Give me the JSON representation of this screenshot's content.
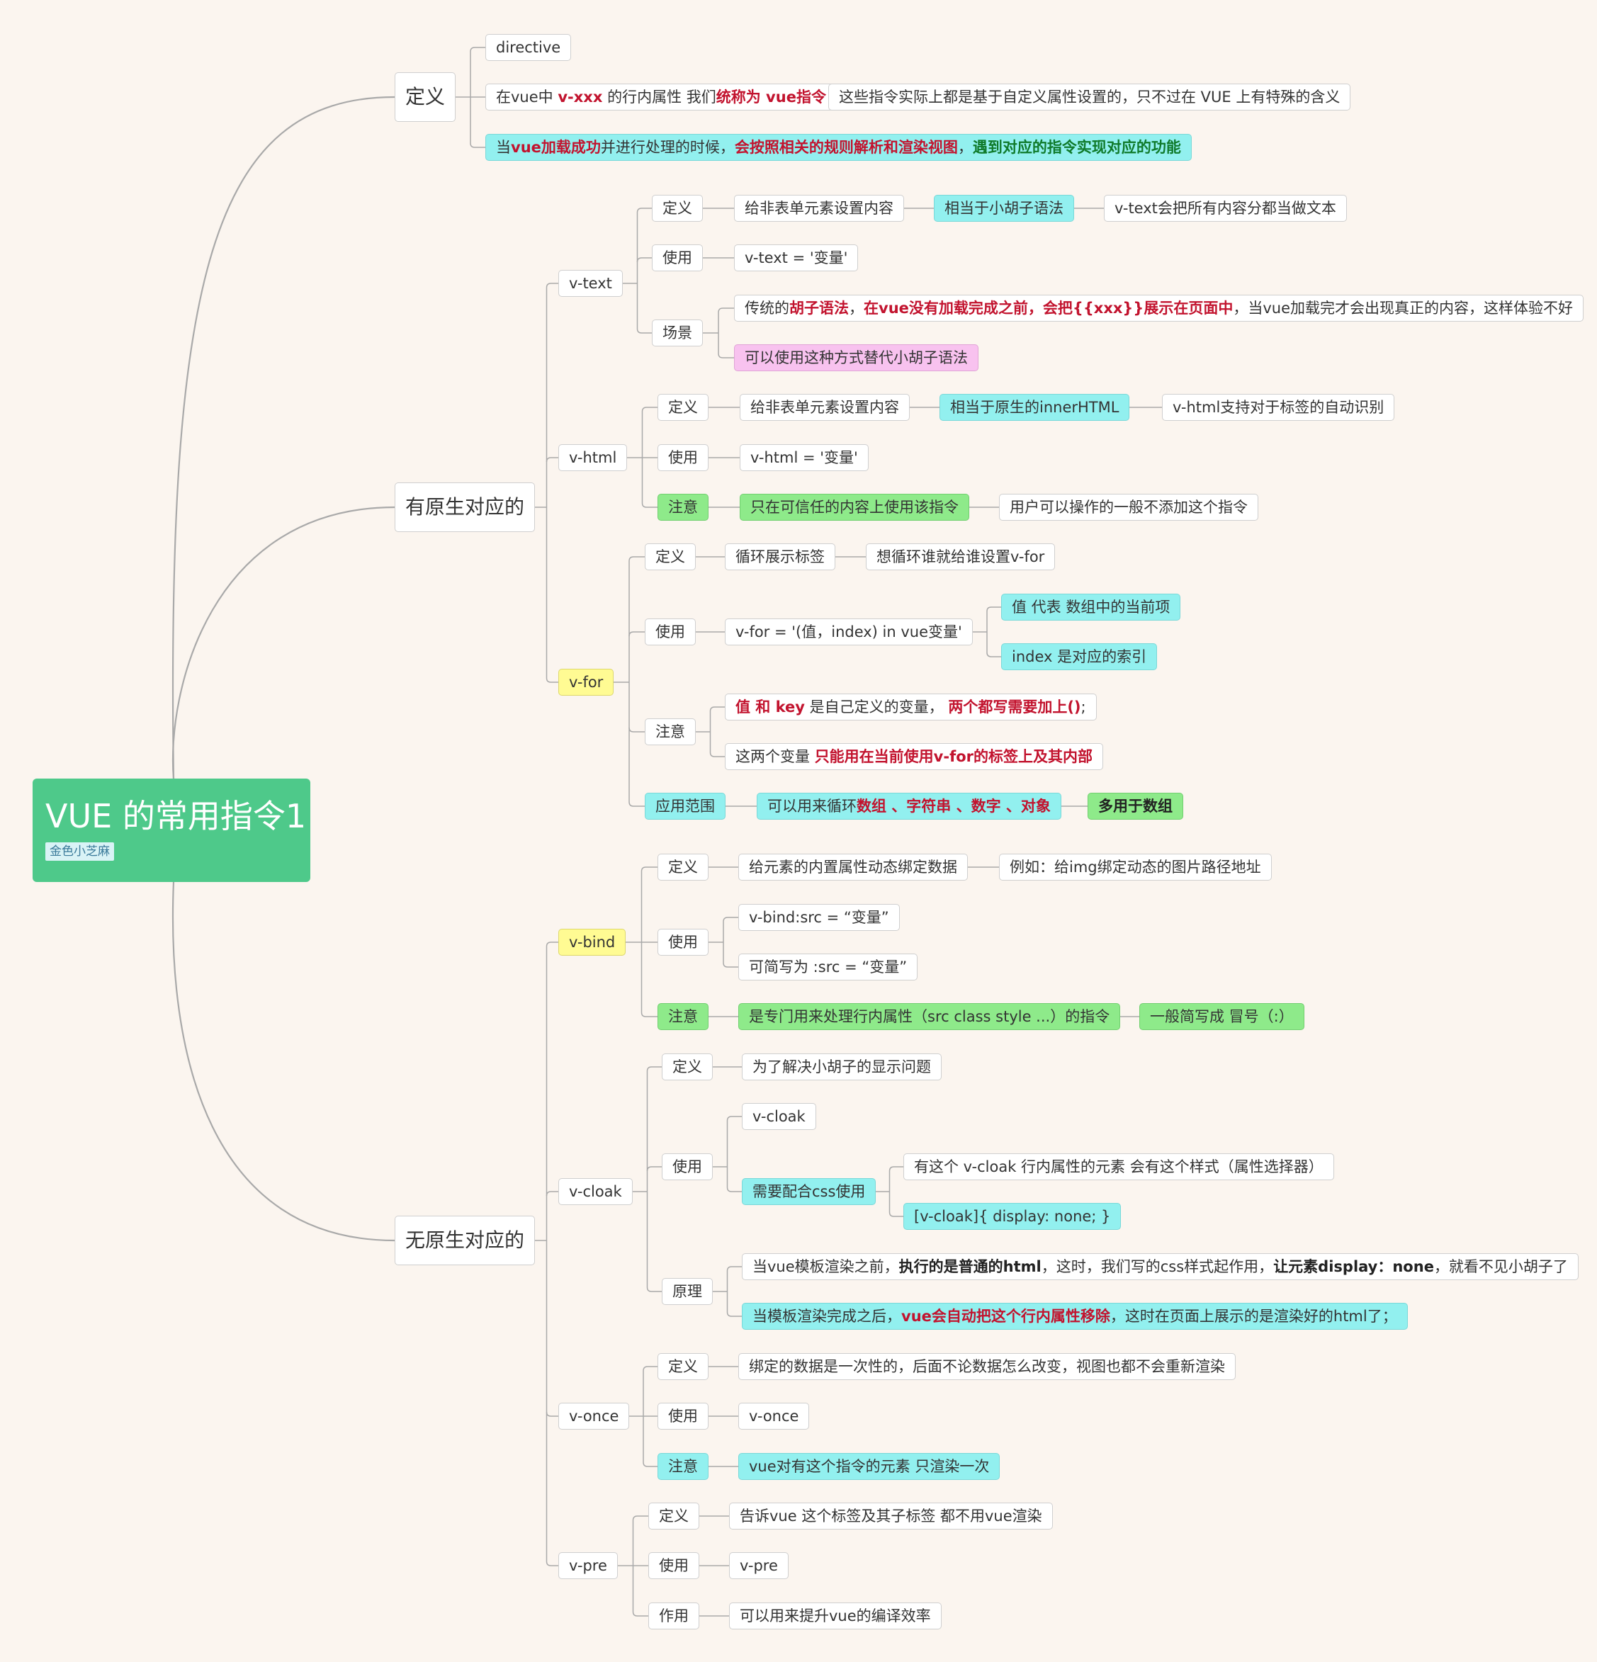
{
  "root": {
    "title": "VUE 的常用指令1",
    "tag": "金色小芝麻"
  },
  "colors": {
    "root": "#4ec98a",
    "cyan": "#92f0ef",
    "green": "#8eea8a",
    "yellow": "#fffb93",
    "pink": "#f8c2ef",
    "red_text": "#c2132e",
    "line": "#a9a9a9"
  },
  "branches": {
    "def": {
      "label": "定义",
      "directive": "directive",
      "n2": {
        "a": "在vue中 ",
        "b": "v-xxx",
        "c": " 的行内属性 我们",
        "d": "统称为 vue指令"
      },
      "n2_child": "这些指令实际上都是基于自定义属性设置的，只不过在 VUE 上有特殊的含义",
      "n3": {
        "a": "当",
        "b": "vue加载成功",
        "c": "并进行处理的时候，",
        "d": "会按照相关的规则解析和渲染视图",
        "e": "，",
        "f": "遇到对应的指令实现对应的功能"
      }
    },
    "native": {
      "label": "有原生对应的",
      "vtext": {
        "label": "v-text",
        "def": "定义",
        "def_a": "给非表单元素设置内容",
        "def_b": "相当于小胡子语法",
        "def_c": "v-text会把所有内容分都当做文本",
        "use": "使用",
        "use_a": "v-text = '变量'",
        "scene": "场景",
        "scene_a": {
          "a": "传统的",
          "b": "胡子语法",
          "c": "，",
          "d": "在vue没有加载完成之前，会把{{xxx}}展示在页面中",
          "e": "，当vue加载完才会出现真正的内容，这样体验不好"
        },
        "scene_b": "可以使用这种方式替代小胡子语法"
      },
      "vhtml": {
        "label": "v-html",
        "def": "定义",
        "def_a": "给非表单元素设置内容",
        "def_b": "相当于原生的innerHTML",
        "def_c": "v-html支持对于标签的自动识别",
        "use": "使用",
        "use_a": "v-html = '变量'",
        "note": "注意",
        "note_a": "只在可信任的内容上使用该指令",
        "note_b": "用户可以操作的一般不添加这个指令"
      },
      "vfor": {
        "label": "v-for",
        "def": "定义",
        "def_a": "循环展示标签",
        "def_b": "想循环谁就给谁设置v-for",
        "use": "使用",
        "use_a": "v-for = '(值，index) in vue变量'",
        "use_b": "值 代表 数组中的当前项",
        "use_c": "index 是对应的索引",
        "note": "注意",
        "note_a": {
          "a": "值 和 key",
          "b": " 是自己定义的变量， ",
          "c": "两个都写需要加上()",
          "d": ";"
        },
        "note_b": {
          "a": "这两个变量 ",
          "b": "只能用在当前使用v-for的标签上及其内部"
        },
        "scope": "应用范围",
        "scope_a": {
          "a": "可以用来循环",
          "b": "数组 、字符串 、数字 、对象"
        },
        "scope_b": "多用于数组"
      }
    },
    "nonnative": {
      "label": "无原生对应的",
      "vbind": {
        "label": "v-bind",
        "def": "定义",
        "def_a": "给元素的内置属性动态绑定数据",
        "def_b": "例如：给img绑定动态的图片路径地址",
        "use": "使用",
        "use_a": "v-bind:src = “变量”",
        "use_b": "可简写为 :src = “变量”",
        "note": "注意",
        "note_a": "是专门用来处理行内属性（src class style ...）的指令",
        "note_b": "一般简写成 冒号（:）"
      },
      "vcloak": {
        "label": "v-cloak",
        "def": "定义",
        "def_a": "为了解决小胡子的显示问题",
        "use": "使用",
        "use_a": "v-cloak",
        "use_b": "需要配合css使用",
        "use_c": "有这个 v-cloak 行内属性的元素 会有这个样式（属性选择器）",
        "use_d": "[v-cloak]{ display: none; }",
        "principle": "原理",
        "p_a": {
          "a": "当vue模板渲染之前，",
          "b": "执行的是普通的html",
          "c": "，这时，我们写的css样式起作用，",
          "d": "让元素display：none",
          "e": "，就看不见小胡子了"
        },
        "p_b": {
          "a": "当模板渲染完成之后，",
          "b": "vue会自动把这个行内属性移除",
          "c": "，这时在页面上展示的是渲染好的html了；"
        }
      },
      "vonce": {
        "label": "v-once",
        "def": "定义",
        "def_a": "绑定的数据是一次性的，后面不论数据怎么改变，视图也都不会重新渲染",
        "use": "使用",
        "use_a": "v-once",
        "note": "注意",
        "note_a": "vue对有这个指令的元素 只渲染一次"
      },
      "vpre": {
        "label": "v-pre",
        "def": "定义",
        "def_a": "告诉vue 这个标签及其子标签 都不用vue渲染",
        "use": "使用",
        "use_a": "v-pre",
        "effect": "作用",
        "effect_a": "可以用来提升vue的编译效率"
      }
    }
  }
}
